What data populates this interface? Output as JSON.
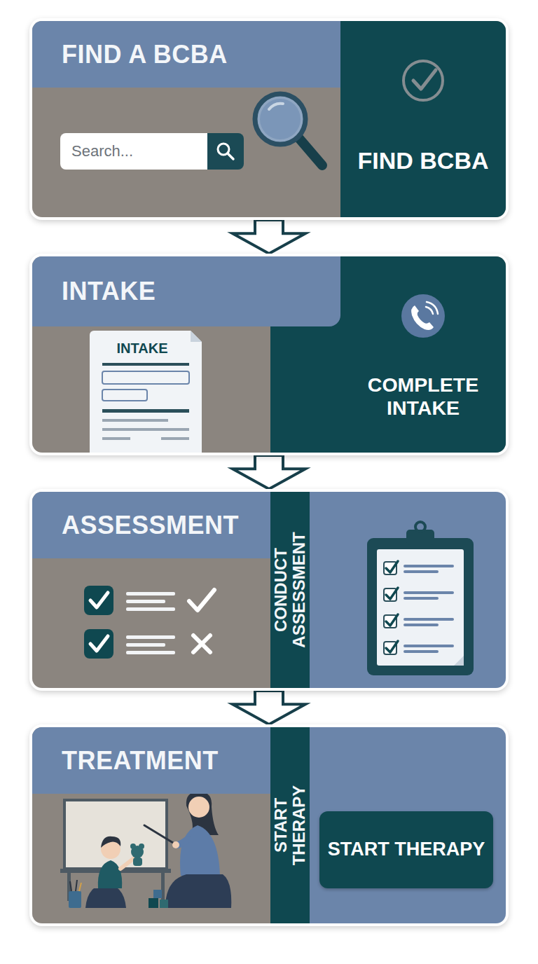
{
  "diagram": {
    "nodes": [
      {
        "text": [
          "FIND A BCBA"
        ]
      },
      {
        "text": [
          "FIND BCBA"
        ],
        "in": 0
      },
      {
        "text": [
          "Search..."
        ],
        "in": 0
      },
      {
        "text": [
          "INTAKE"
        ]
      },
      {
        "text": [
          "COMPLETE INTAKE"
        ],
        "in": 3
      },
      {
        "text": [
          "INTAKE"
        ],
        "in": 3
      },
      {
        "text": [
          "ASSESSMENT"
        ]
      },
      {
        "text": [
          "CONDUCT ASSESSMENT"
        ],
        "in": 6
      },
      {
        "text": [
          "TREATMENT"
        ]
      },
      {
        "text": [
          "START THERAPY"
        ],
        "in": 8
      },
      {
        "text": [
          "START THERAPY"
        ],
        "in": 8
      }
    ],
    "edges": [
      {
        "from": 0,
        "to": 3,
        "arrow": "to"
      },
      {
        "from": 3,
        "to": 6,
        "arrow": "to"
      },
      {
        "from": 6,
        "to": 8,
        "arrow": "to"
      }
    ]
  }
}
